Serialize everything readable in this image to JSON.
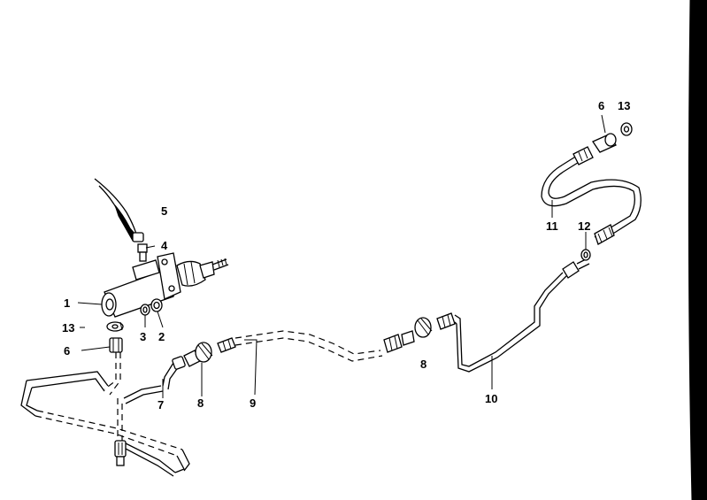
{
  "diagram": {
    "callouts": {
      "c1": "1",
      "c2": "2",
      "c3": "3",
      "c4": "4",
      "c5": "5",
      "c6_left": "6",
      "c7": "7",
      "c8_left": "8",
      "c9": "9",
      "c13_left": "13",
      "c8_right": "8",
      "c10": "10",
      "c11": "11",
      "c12": "12",
      "c6_right": "6",
      "c13_right": "13"
    }
  },
  "colors": {
    "ink": "#000000",
    "background": "#ffffff"
  }
}
